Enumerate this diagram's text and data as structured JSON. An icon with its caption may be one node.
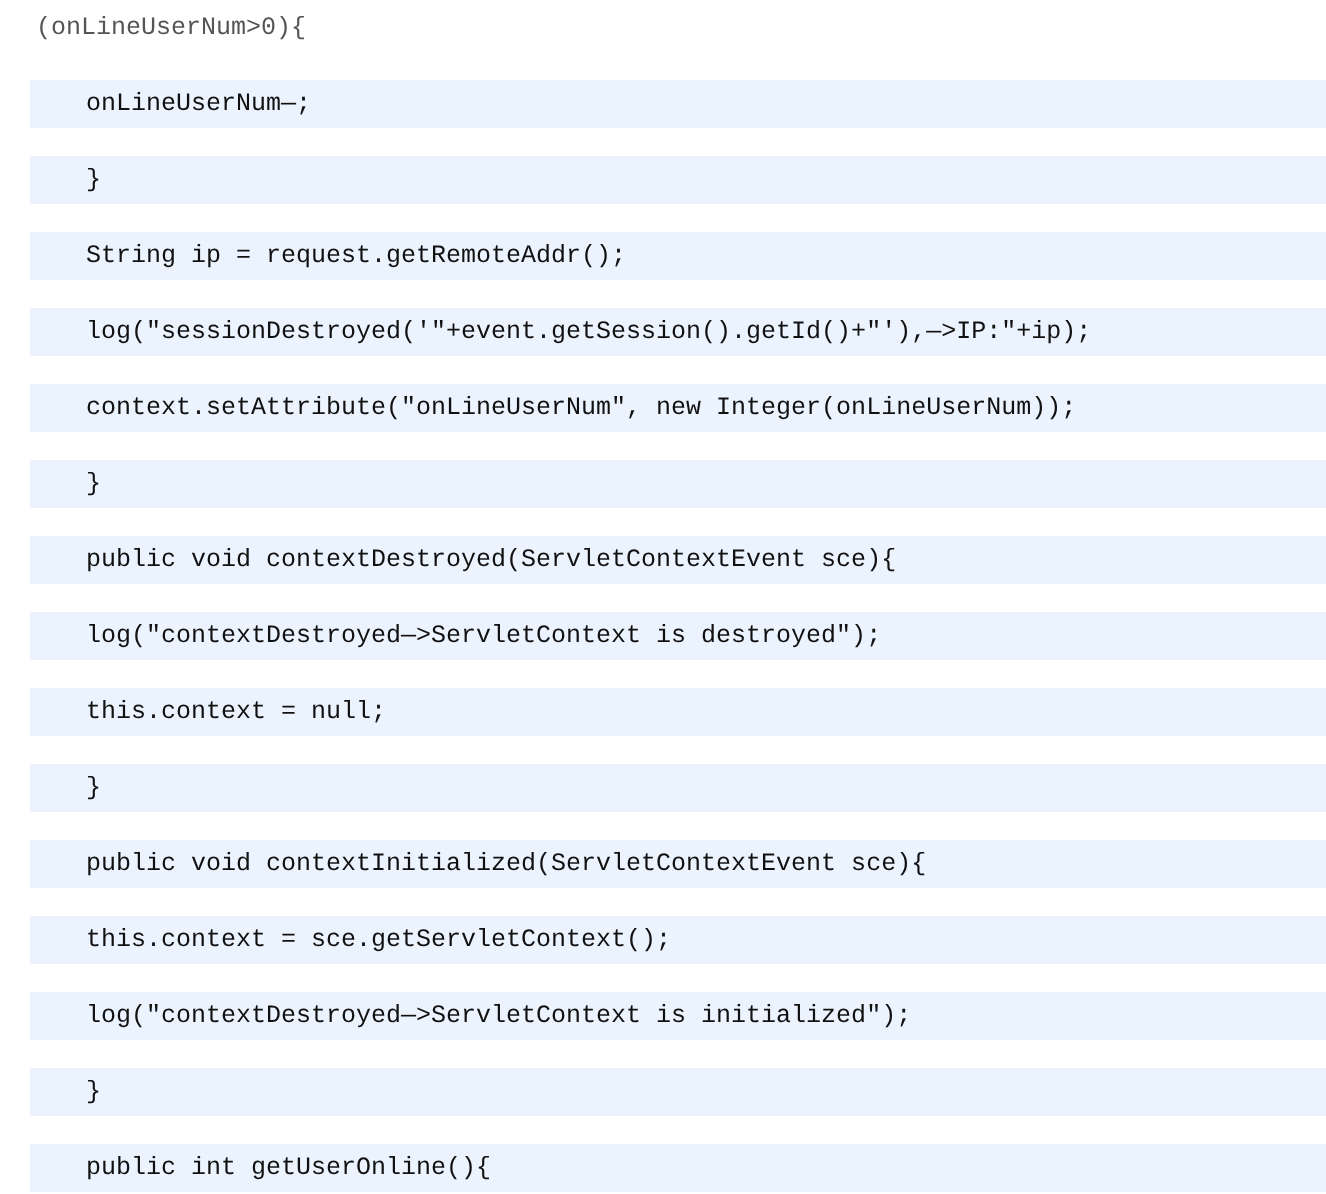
{
  "diagram": {
    "labels": [
      "(onLineUserNum>0){",
      "onLineUserNum—;",
      "}",
      "String ip = request.getRemoteAddr();",
      "log(\"sessionDestroyed('\"+event.getSession().getId()+\"'),—>IP:\"+ip);",
      "context.setAttribute(\"onLineUserNum\", new Integer(onLineUserNum));",
      "}",
      "public void contextDestroyed(ServletContextEvent sce){",
      "log(\"contextDestroyed—>ServletContext is destroyed\");",
      "this.context = null;",
      "}",
      "public void contextInitialized(ServletContextEvent sce){",
      "this.context = sce.getServletContext();",
      "log(\"contextDestroyed—>ServletContext is initialized\");",
      "}",
      "public int getUserOnline(){"
    ]
  }
}
